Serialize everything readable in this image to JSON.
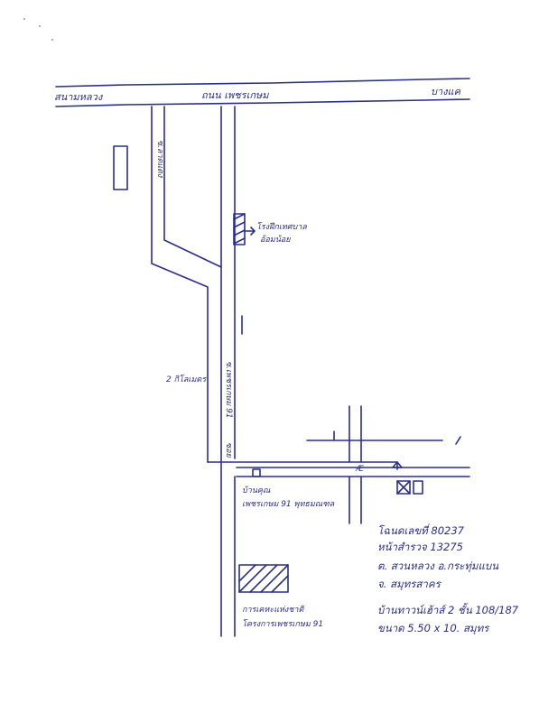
{
  "labels": {
    "road_left": "สนามหลวง",
    "road_main": "ถนน เพชรเกษม",
    "road_right": "บางแค",
    "soi_upper": "ซ.ลาดแดง",
    "factory": "โรงฝึกเทศบาล",
    "factory2": "อ้อมน้อย",
    "distance": "2 กิโลเมตร",
    "soi_main": "ซ.เพชรเกษม 91",
    "soi_main_small": "ซอย",
    "house_name": "บ้านคุณ",
    "house_addr": "เพชรเกษม 91 พุทธมณฑล",
    "office1": "การเคหะแห่งชาติ",
    "office2": "โครงการเพชรเกษม 91",
    "marker": "Æ",
    "deed_no": "โฉนดเลขที่ 80237",
    "survey_no": "หน้าสำรวจ 13275",
    "district": "ต. สวนหลวง อ.กระทุ่มแบน",
    "province": "จ. สมุทรสาคร",
    "building": "บ้านทาวน์เฮ้าส์ 2 ชั้น 108/187",
    "size": "ขนาด 5.50 x 10. สมุทร"
  }
}
